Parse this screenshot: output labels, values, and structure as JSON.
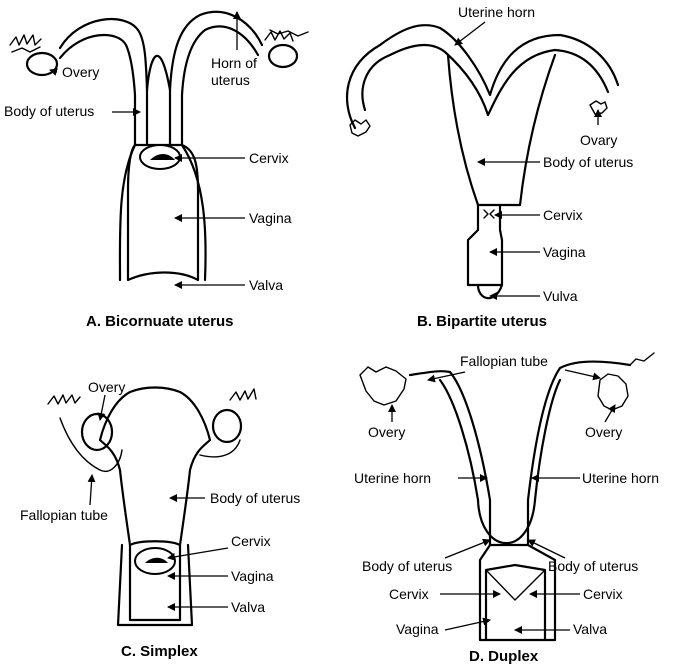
{
  "panels": {
    "a": {
      "caption": "A. Bicornuate uterus",
      "labels": {
        "ovary": "Overy",
        "horn_line1": "Horn of",
        "horn_line2": "uterus",
        "body": "Body of uterus",
        "cervix": "Cervix",
        "vagina": "Vagina",
        "vulva": "Valva"
      }
    },
    "b": {
      "caption": "B. Bipartite uterus",
      "labels": {
        "horn": "Uterine horn",
        "ovary": "Ovary",
        "body": "Body of uterus",
        "cervix": "Cervix",
        "vagina": "Vagina",
        "vulva": "Vulva"
      }
    },
    "c": {
      "caption": "C. Simplex",
      "labels": {
        "ovary": "Overy",
        "tube": "Fallopian tube",
        "body": "Body of uterus",
        "cervix": "Cervix",
        "vagina": "Vagina",
        "vulva": "Valva"
      }
    },
    "d": {
      "caption": "D. Duplex",
      "labels": {
        "tube": "Fallopian tube",
        "ovary_left": "Overy",
        "ovary_right": "Overy",
        "horn_left": "Uterine horn",
        "horn_right": "Uterine horn",
        "body_left": "Body of uterus",
        "body_right": "Body of uterus",
        "cervix_left": "Cervix",
        "cervix_right": "Cervix",
        "vagina": "Vagina",
        "vulva": "Valva"
      }
    }
  }
}
